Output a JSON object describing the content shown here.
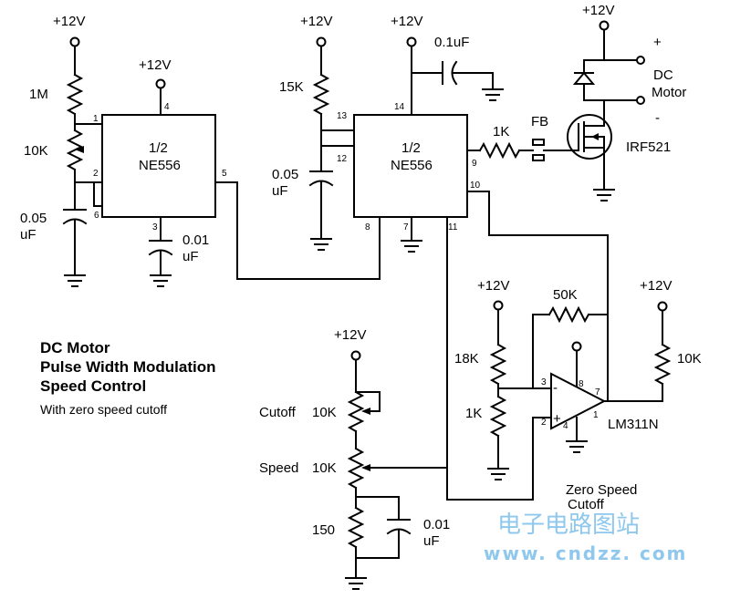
{
  "title_lines": [
    "DC Motor",
    "Pulse Width Modulation",
    "Speed Control"
  ],
  "subtitle": "With zero speed cutoff",
  "supply_label": "+12V",
  "components": {
    "r_1m": "1M",
    "r_10k_a": "10K",
    "c_005_a": "0.05",
    "c_005_a_unit": "uF",
    "ic1_line1": "1/2",
    "ic1_line2": "NE556",
    "c_001_a": "0.01",
    "c_001_a_unit": "uF",
    "r_15k": "15K",
    "c_005_b": "0.05",
    "c_005_b_unit": "uF",
    "ic2_line1": "1/2",
    "ic2_line2": "NE556",
    "c_01uf": "0.1uF",
    "r_1k": "1K",
    "fb": "FB",
    "motor_line1": "DC",
    "motor_line2": "Motor",
    "plus": "+",
    "minus": "-",
    "mosfet": "IRF521",
    "r_50k": "50K",
    "r_18k": "18K",
    "r_1k_b": "1K",
    "r_10k_b": "10K",
    "comparator": "LM311N",
    "cutoff_label": "Cutoff",
    "cutoff_value": "10K",
    "speed_label": "Speed",
    "speed_value": "10K",
    "r_150": "150",
    "c_001_b": "0.01",
    "c_001_b_unit": "uF",
    "zero_speed_line1": "Zero Speed",
    "zero_speed_line2": "Cutoff"
  },
  "pins": {
    "ic1": [
      "1",
      "2",
      "6",
      "4",
      "5",
      "3"
    ],
    "ic2": [
      "13",
      "12",
      "14",
      "9",
      "10",
      "8",
      "7",
      "11"
    ],
    "cmp": [
      "3",
      "2",
      "8",
      "4",
      "7",
      "1"
    ]
  },
  "watermark": {
    "cn": "电子电路图站",
    "url": "www. cndzz. com"
  },
  "colors": {
    "ink": "#000000",
    "watermark": "#8fc8ec",
    "background": "#ffffff"
  }
}
